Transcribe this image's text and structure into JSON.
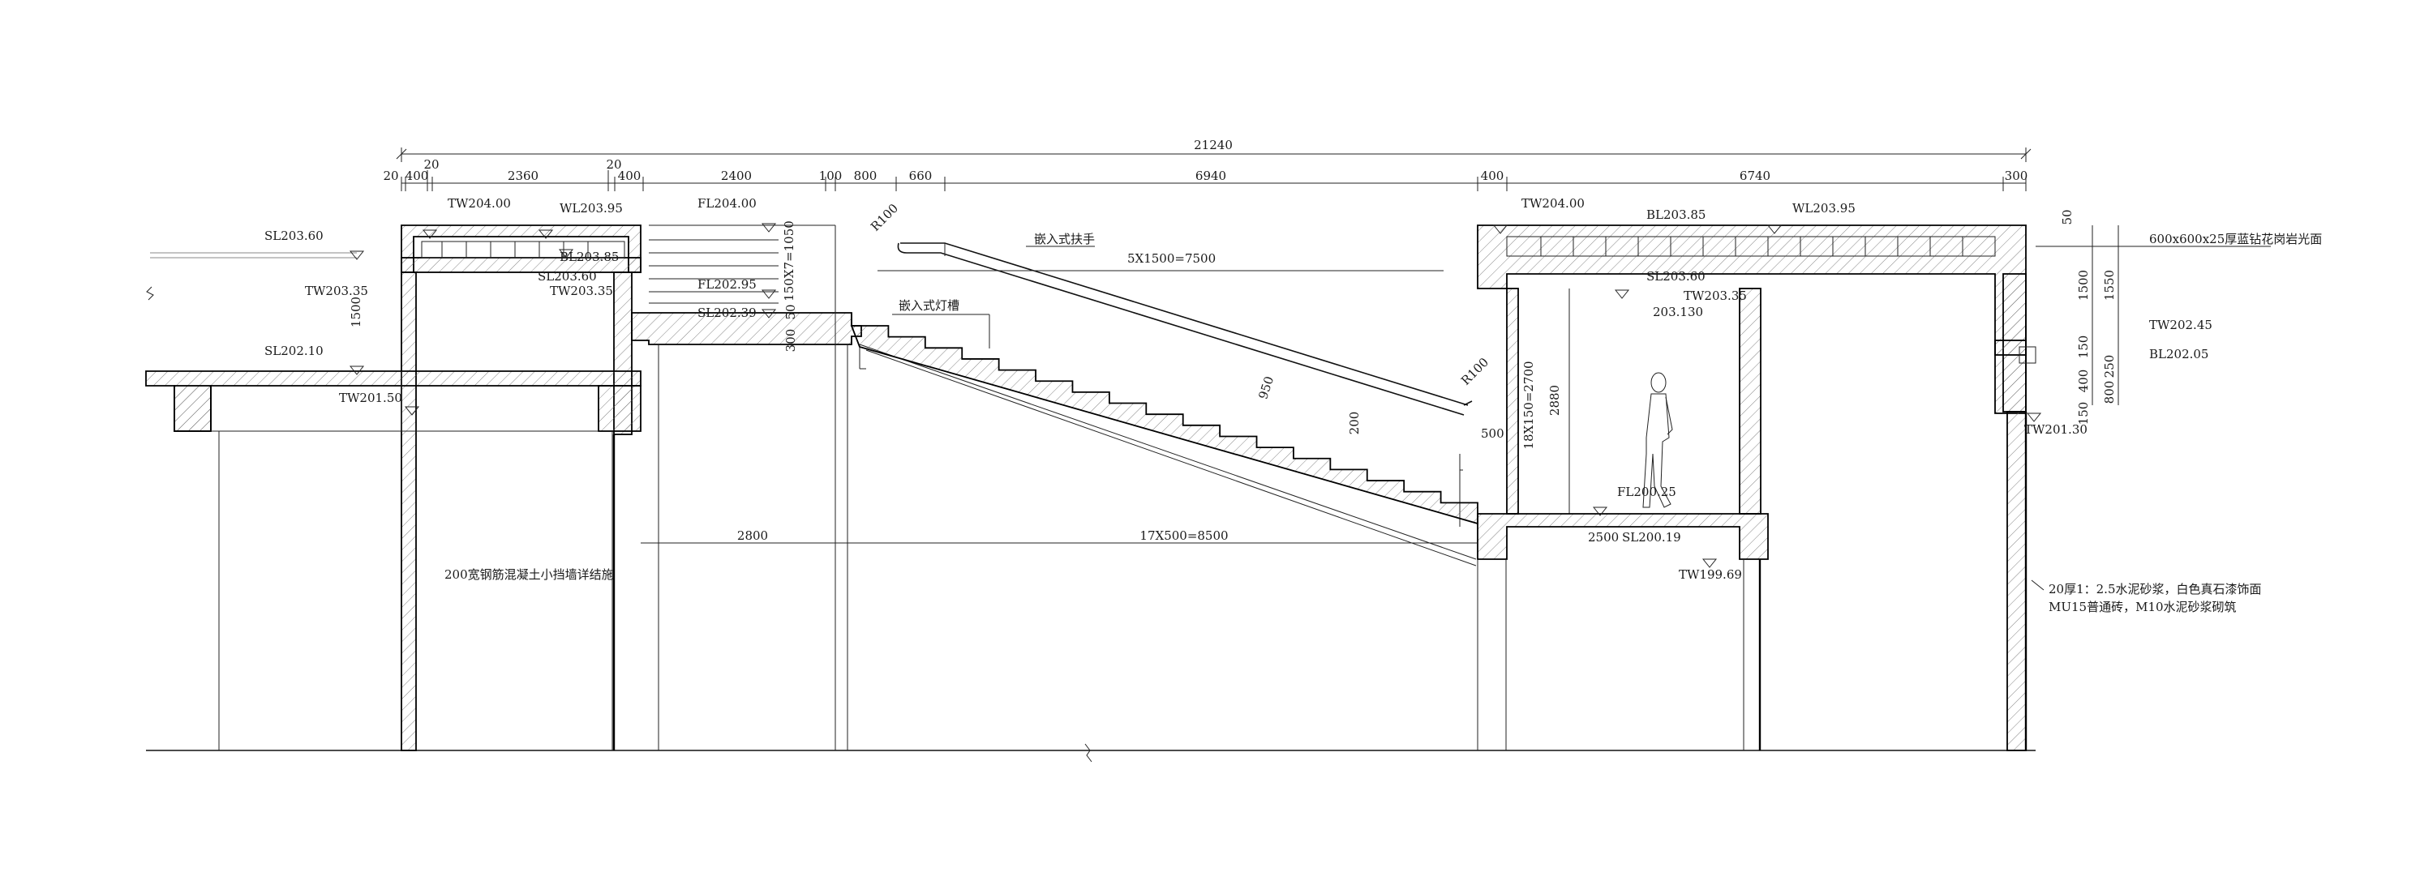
{
  "colors": {
    "line": "#111111",
    "background": "#ffffff",
    "hatch": "#444444"
  },
  "dimensions": {
    "overall": "21240",
    "left": [
      "20",
      "400",
      "2360",
      "400",
      "2400",
      "100",
      "800",
      "660",
      "6940"
    ],
    "top_small_left": "20",
    "top_small_mid": "20",
    "right": [
      "400",
      "6740",
      "300"
    ],
    "step_run": "5X1500=7500",
    "stair_rise": "150X7=1050",
    "stair_bottom_dims": [
      "2800",
      "17X500=8500"
    ],
    "room_height": "18X150=2700",
    "room_height_total": "2880",
    "retaining_height": "1500",
    "lower_right": "2500",
    "rail_height": "950",
    "tread_dim": "500",
    "step_rise": "200",
    "right_stack": [
      "50",
      "1500",
      "1550",
      "150",
      "250",
      "400",
      "800",
      "150"
    ],
    "left_small": [
      "50",
      "300"
    ]
  },
  "levels": {
    "tw204_left": "TW204.00",
    "wl203_95_left": "WL203.95",
    "bl203_85_left": "BL203.85",
    "sl203_60_left": "SL203.60",
    "tw203_35_left": "TW203.35",
    "sl203_60_far": "SL203.60",
    "tw203_35_far": "TW203.35",
    "sl202_10": "SL202.10",
    "tw201_50": "TW201.50",
    "fl204": "FL204.00",
    "fl202_95": "FL202.95",
    "sl202_39": "SL202.39",
    "tw204_right": "TW204.00",
    "bl203_85_right": "BL203.85",
    "wl203_95_right": "WL203.95",
    "sl203_60_right": "SL203.60",
    "tw203_35_right": "TW203.35",
    "val203_130": "203.130",
    "fl200_25": "FL200.25",
    "sl200_19": "SL200.19",
    "tw199_69": "TW199.69",
    "tw202_45": "TW202.45",
    "bl202_05": "BL202.05",
    "tw201_30": "TW201.30"
  },
  "notes": {
    "handrail": "嵌入式扶手",
    "light_slot": "嵌入式灯槽",
    "radius_top": "R100",
    "radius_bottom": "R100",
    "retaining_wall": "200宽钢筋混凝土小挡墙详结施",
    "granite": "600x600x25厚蓝钻花岗岩光面",
    "mortar": "20厚1：2.5水泥砂浆，白色真石漆饰面",
    "brick": "MU15普通砖，M10水泥砂浆砌筑"
  }
}
